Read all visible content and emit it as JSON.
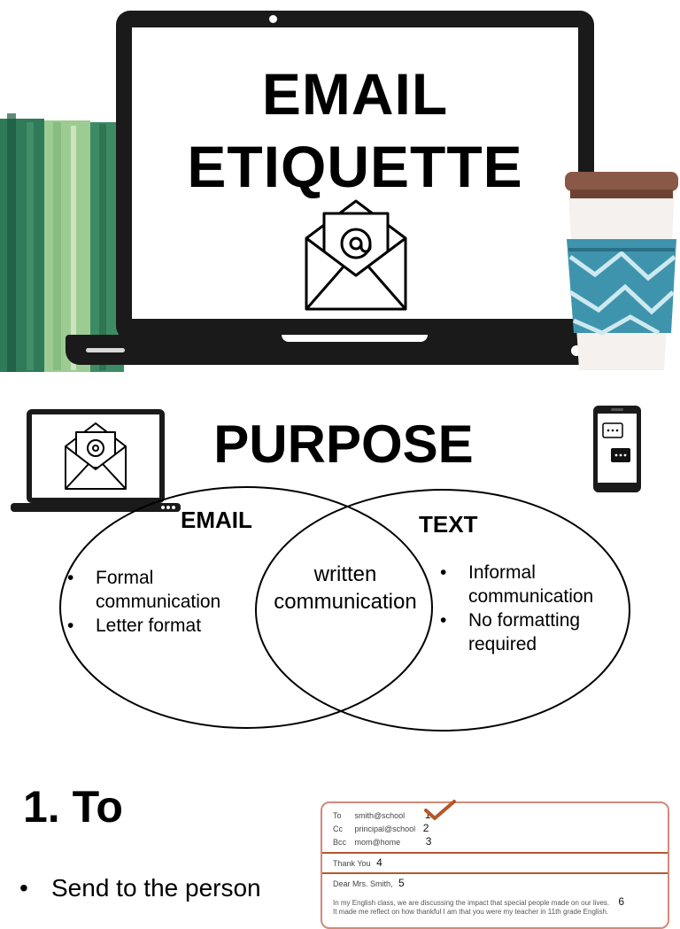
{
  "slide1": {
    "title_line1": "EMAIL",
    "title_line2": "ETIQUETTE",
    "envelope_icon": "email-at-envelope-icon",
    "decor_left": "green-books",
    "decor_right": "coffee-cup-with-blue-sleeve"
  },
  "slide2": {
    "title": "PURPOSE",
    "left_icon": "laptop-email-icon",
    "right_icon": "phone-message-icon",
    "venn": {
      "left_label": "EMAIL",
      "right_label": "TEXT",
      "left_items": [
        "Formal communication",
        "Letter format"
      ],
      "overlap_line1": "written",
      "overlap_line2": "communication",
      "right_items": [
        "Informal communication",
        "No formatting required"
      ]
    }
  },
  "slide3": {
    "heading": "1. To",
    "bullets": [
      "Send to the person"
    ],
    "email_example": {
      "to_label": "To",
      "to_value": "smith@school",
      "to_num": "1",
      "cc_label": "Cc",
      "cc_value": "principal@school",
      "cc_num": "2",
      "bcc_label": "Bcc",
      "bcc_value": "mom@home",
      "bcc_num": "3",
      "subject": "Thank You",
      "subject_num": "4",
      "greeting": "Dear Mrs. Smith,",
      "greeting_num": "5",
      "body_line1": "In my English class, we are discussing the impact that special people made on our lives.",
      "body_num": "6",
      "body_line2": "It made me reflect on how thankful I am that you were my teacher in 11th grade English.",
      "accent_color": "#b25830",
      "check_color": "#b5562a"
    }
  }
}
